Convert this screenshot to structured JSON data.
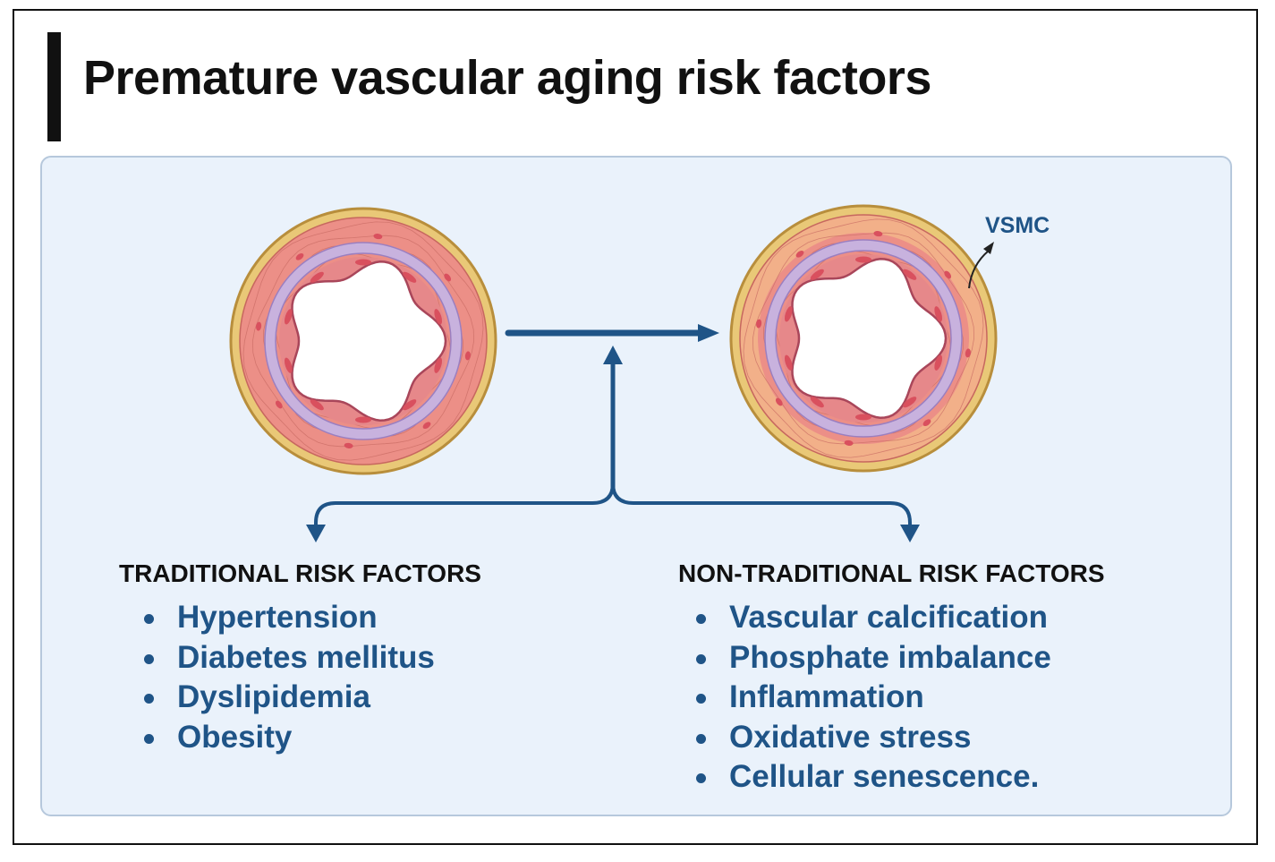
{
  "title": "Premature vascular aging risk factors",
  "labels": {
    "vsmc": "VSMC"
  },
  "traditional": {
    "heading": "TRADITIONAL RISK FACTORS",
    "items": [
      "Hypertension",
      "Diabetes mellitus",
      "Dyslipidemia",
      "Obesity"
    ]
  },
  "non_traditional": {
    "heading": "NON-TRADITIONAL RISK FACTORS",
    "items": [
      "Vascular calcification",
      "Phosphate imbalance",
      "Inflammation",
      "Oxidative stress",
      "Cellular senescence."
    ]
  },
  "colors": {
    "accent": "#1f5487",
    "panel": "#eaf2fb",
    "adventitia": "#e9c877",
    "media": "#ec8f87",
    "media_aged": "#f2b089",
    "elastic_lamina": "#c8b2de",
    "intima": "#e6888a",
    "nucleus": "#d9505e"
  },
  "icons": [
    "healthy-artery-icon",
    "aged-artery-icon"
  ]
}
